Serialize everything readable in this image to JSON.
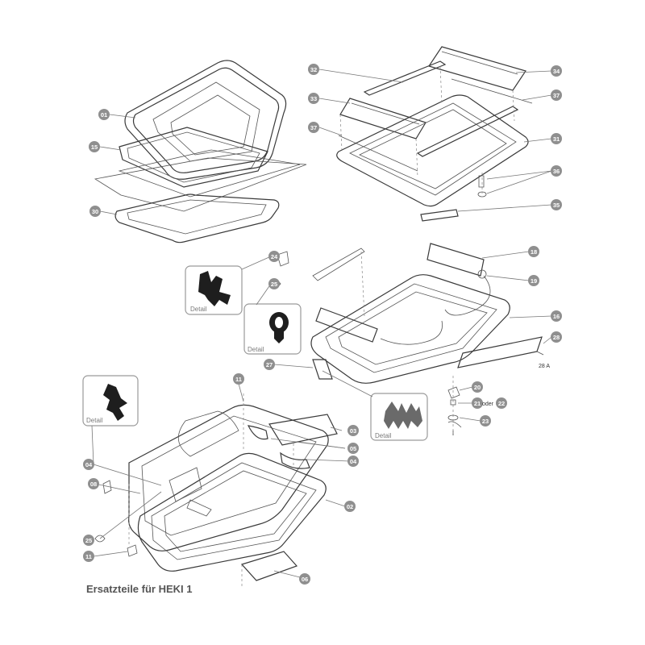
{
  "caption": "Ersatzteile für HEKI 1",
  "detail_label": "Detail",
  "or_label": "oder",
  "part_28a": "28 A",
  "callouts": [
    "01",
    "15",
    "30",
    "32",
    "33",
    "37",
    "34",
    "37",
    "31",
    "36",
    "35",
    "24",
    "25",
    "18",
    "19",
    "16",
    "28",
    "27",
    "20",
    "21",
    "22",
    "23",
    "11",
    "03",
    "05",
    "04",
    "04",
    "08",
    "02",
    "25",
    "11",
    "06"
  ]
}
